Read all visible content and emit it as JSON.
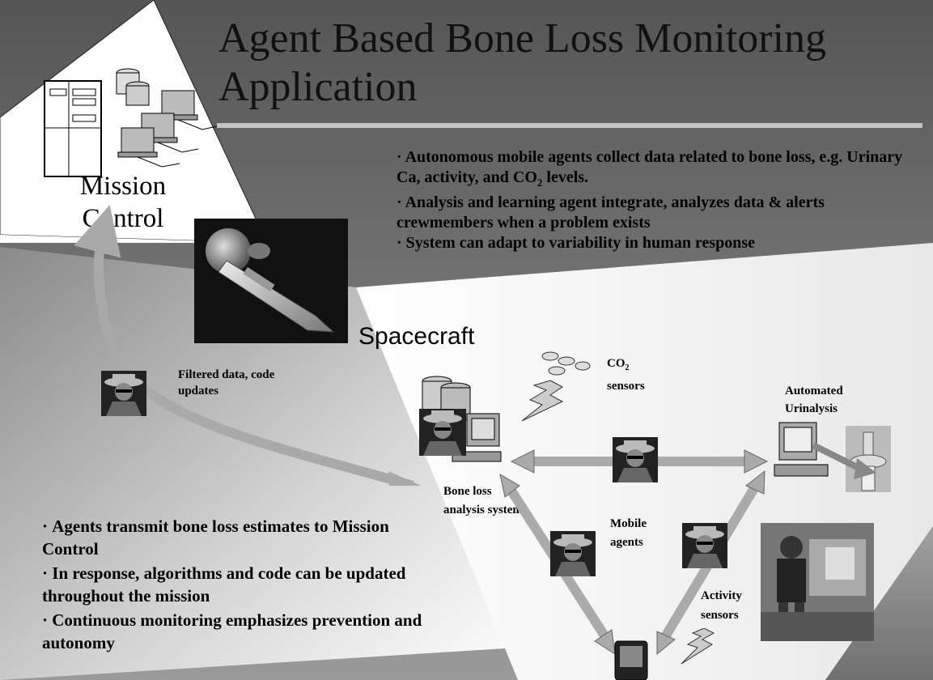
{
  "title": "Agent Based Bone Loss Monitoring Application",
  "labels": {
    "mission_control": "Mission Control",
    "spacecraft": "Spacecraft",
    "filtered_data": "Filtered data, code updates",
    "co2_sensors_prefix": "CO",
    "co2_sub": "2",
    "co2_sensors_suffix": "sensors",
    "automated_urinalysis": "Automated Urinalysis",
    "bone_loss_system": "Bone loss analysis system",
    "mobile_agents": "Mobile agents",
    "activity_sensors": "Activity sensors"
  },
  "top_bullets": {
    "b1_part1": "Autonomous mobile agents collect data related to bone loss, e.g. Urinary Ca, activity, and CO",
    "b1_sub": "2",
    "b1_part2": " levels.",
    "b2": "Analysis and learning agent integrate, analyzes data & alerts crewmembers when a problem exists",
    "b3": "System can adapt to variability in human response"
  },
  "bottom_bullets": [
    "Agents transmit bone loss estimates to Mission Control",
    "In response, algorithms and code can be updated throughout the mission",
    "Continuous monitoring emphasizes prevention and autonomy"
  ],
  "colors": {
    "bg_dark": "#5a5a5a",
    "arrow": "#a9a9a9"
  }
}
